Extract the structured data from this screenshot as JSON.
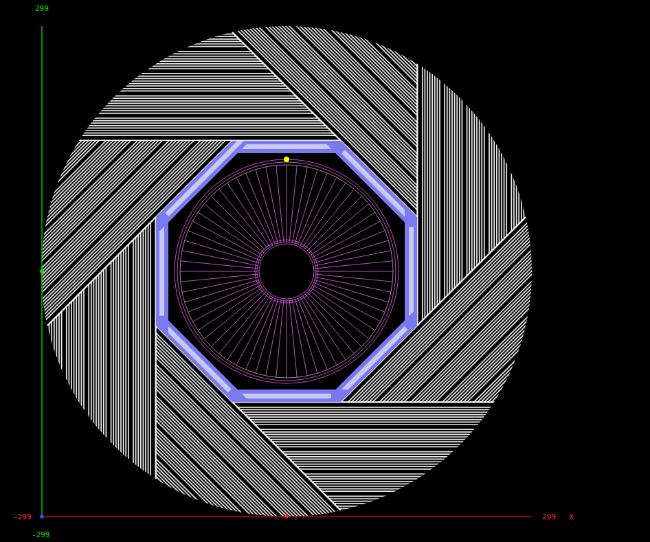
{
  "diagram": {
    "labels": [
      "299",
      "-299",
      "299",
      "X",
      "-299"
    ]
  }
}
